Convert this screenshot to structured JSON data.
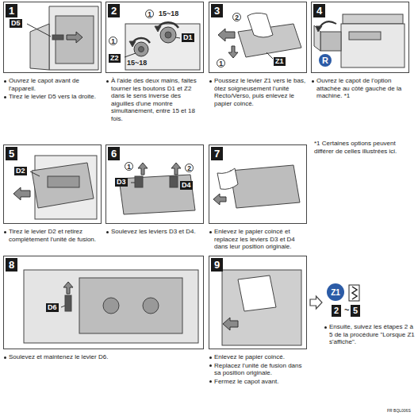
{
  "diagram": {
    "nodes": [
      {
        "text": [
          "Ouvrez le capot avant de l'appareil.",
          "Tirez le levier D5 vers la droite."
        ]
      },
      {
        "text": [
          "1"
        ],
        "in": 0
      },
      {
        "text": [
          "D5"
        ],
        "in": 0
      },
      {
        "text": [
          "À l'aide des deux mains, faites tourner les boutons D1 et Z2 dans le sens inverse des aiguilles d'une montre simultanément, entre 15 et 18 fois."
        ]
      },
      {
        "text": [
          "2"
        ],
        "in": 3
      },
      {
        "text": [
          "1"
        ],
        "in": 3
      },
      {
        "text": [
          "D1"
        ],
        "in": 3
      },
      {
        "text": [
          "1"
        ],
        "in": 3
      },
      {
        "text": [
          "Z2"
        ],
        "in": 3
      },
      {
        "text": [
          "Poussez le levier Z1 vers le bas, ôtez soigneusement l'unité Recto/Verso, puis enlevez le papier coincé."
        ]
      },
      {
        "text": [
          "3"
        ],
        "in": 9
      },
      {
        "text": [
          "2"
        ],
        "in": 9
      },
      {
        "text": [
          "1"
        ],
        "in": 9
      },
      {
        "text": [
          "Z1"
        ],
        "in": 9
      },
      {
        "text": [
          "Ouvrez le capot de l'option attachée au côté gauche de la machine. *1"
        ]
      },
      {
        "text": [
          "4"
        ],
        "in": 14
      },
      {
        "text": [
          "R"
        ],
        "in": 14
      },
      {
        "text": [
          "Tirez le levier D2 et retirez complètement l'unité de fusion."
        ]
      },
      {
        "text": [
          "5"
        ],
        "in": 17
      },
      {
        "text": [
          "D2"
        ],
        "in": 17
      },
      {
        "text": [
          "Soulevez les leviers D3 et D4."
        ]
      },
      {
        "text": [
          "6"
        ],
        "in": 20
      },
      {
        "text": [
          "1"
        ],
        "in": 20
      },
      {
        "text": [
          "D3"
        ],
        "in": 20
      },
      {
        "text": [
          "2"
        ],
        "in": 20
      },
      {
        "text": [
          "D4"
        ],
        "in": 20
      },
      {
        "text": [
          "Enlevez le papier coincé et replacez les leviers D3 et D4 dans leur position originale."
        ]
      },
      {
        "text": [
          "7"
        ],
        "in": 26
      },
      {
        "text": [
          "Soulevez et maintenez le levier D6."
        ]
      },
      {
        "text": [
          "8"
        ],
        "in": 28
      },
      {
        "text": [
          "D6"
        ],
        "in": 28
      },
      {
        "text": [
          "Enlevez le papier coincé.",
          "Replacez l'unité de fusion dans sa position originale.",
          "Fermez le capot avant."
        ]
      },
      {
        "text": [
          "9"
        ],
        "in": 31
      },
      {
        "text": [
          "Ensuite, suivez les étapes 2 à 5 de la procédure \"Lorsque Z1 s'affiche\"."
        ]
      },
      {
        "text": [
          "Z1"
        ],
        "in": 33
      },
      {
        "text": [
          "2"
        ],
        "in": 33
      },
      {
        "text": [
          "5"
        ],
        "in": 33
      }
    ],
    "edges": [
      {
        "from": 31,
        "to": 33,
        "arrow": "to"
      }
    ],
    "labels": [
      "15~18",
      "15~18",
      "*1 Certaines options peuvent différer de celles illustrées ici.",
      "~",
      "FR BQL006S"
    ]
  }
}
